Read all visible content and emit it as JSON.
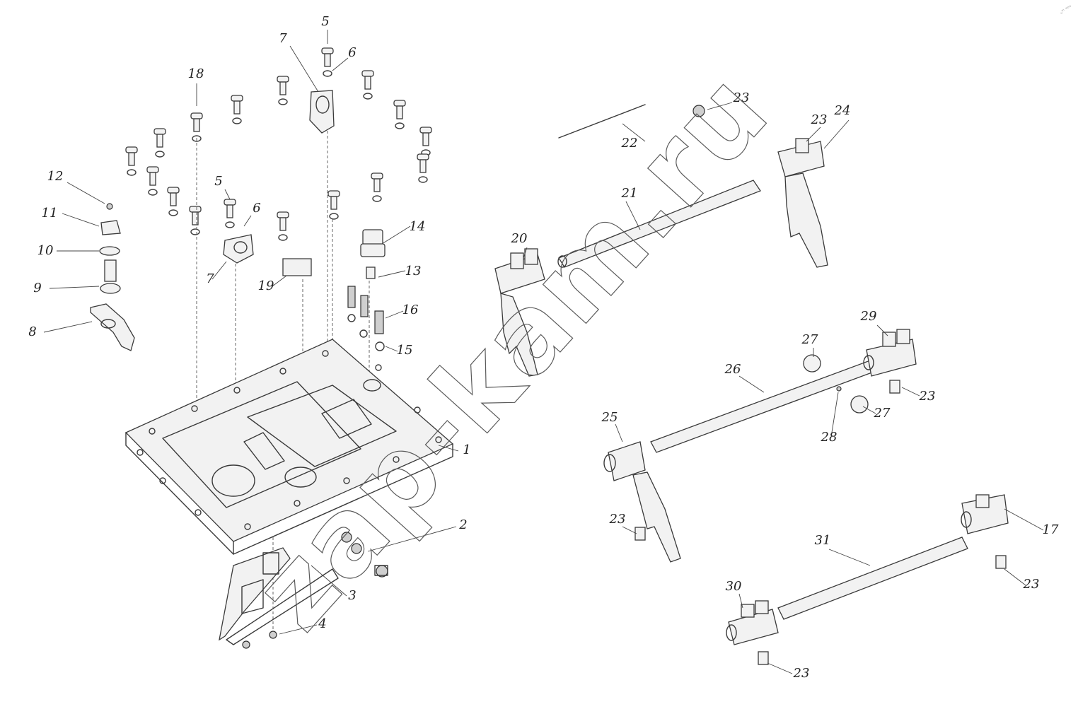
{
  "watermark": "zap-kam.ru",
  "corner_logo": "ᵤᵐ ᵉᵒᵒ",
  "callouts": [
    "1",
    "2",
    "3",
    "4",
    "5",
    "5",
    "6",
    "6",
    "7",
    "7",
    "8",
    "9",
    "10",
    "11",
    "12",
    "13",
    "14",
    "15",
    "16",
    "17",
    "18",
    "19",
    "20",
    "21",
    "22",
    "23",
    "23",
    "23",
    "23",
    "23",
    "23",
    "24",
    "25",
    "26",
    "27",
    "27",
    "28",
    "29",
    "30",
    "31"
  ]
}
